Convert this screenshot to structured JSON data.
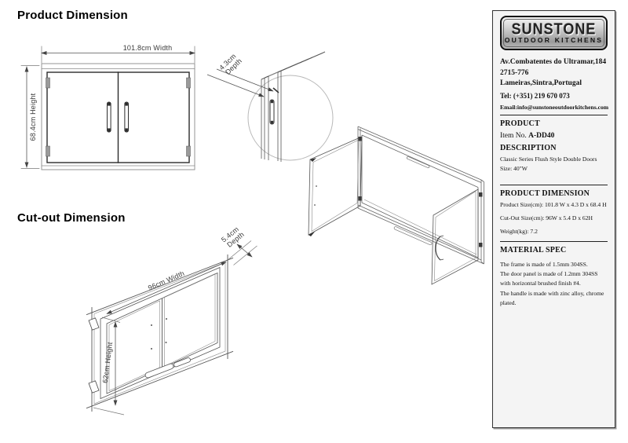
{
  "titles": {
    "product": "Product Dimension",
    "cutout": "Cut-out Dimension"
  },
  "front_view": {
    "width_label": "101.8cm Width",
    "height_label": "68.4cm Height"
  },
  "detail_view": {
    "depth_line1": "4.3cm",
    "depth_line2": "Depth"
  },
  "cutout_view": {
    "width_label": "96cm Width",
    "height_label": "62cm Height",
    "depth_line1": "5.4cm",
    "depth_line2": "Depth"
  },
  "panel": {
    "logo": {
      "brand": "SUNSTONE",
      "tagline": "OUTDOOR KITCHENS"
    },
    "address_line1": "Av.Combatentes do Ultramar,184",
    "address_line2": "2715-776 Lameiras,Sintra,Portugal",
    "tel": "Tel: (+351) 219 670 073",
    "email": "Email:info@sunstoneoutdoorkitchens.com",
    "product_header": "PRODUCT",
    "item_no_label": "Item No.",
    "item_no_value": "A-DD40",
    "description_header": "DESCRIPTION",
    "description_line1": "Classic Series Flush Style Double Doors",
    "size_line": "Size: 40\"W",
    "dimension_header": "PRODUCT DIMENSION",
    "product_size": "Product Size(cm): 101.8 W x 4.3 D x 68.4 H",
    "cutout_size": "Cut-Out Size(cm): 96W x 5.4 D x 62H",
    "weight": "Weight(kg): 7.2",
    "material_header": "MATERIAL SPEC",
    "material_lines": [
      "The frame is made of 1.5mm 304SS.",
      "The door panel is made of 1.2mm 304SS",
      "with horizontal brushed finish #4.",
      "The handle is made with zinc alloy, chrome",
      "plated."
    ]
  },
  "colors": {
    "drawing_line": "#666666",
    "dimension_line": "#555555",
    "panel_bg": "#f4f4f4",
    "panel_border": "#333333"
  }
}
